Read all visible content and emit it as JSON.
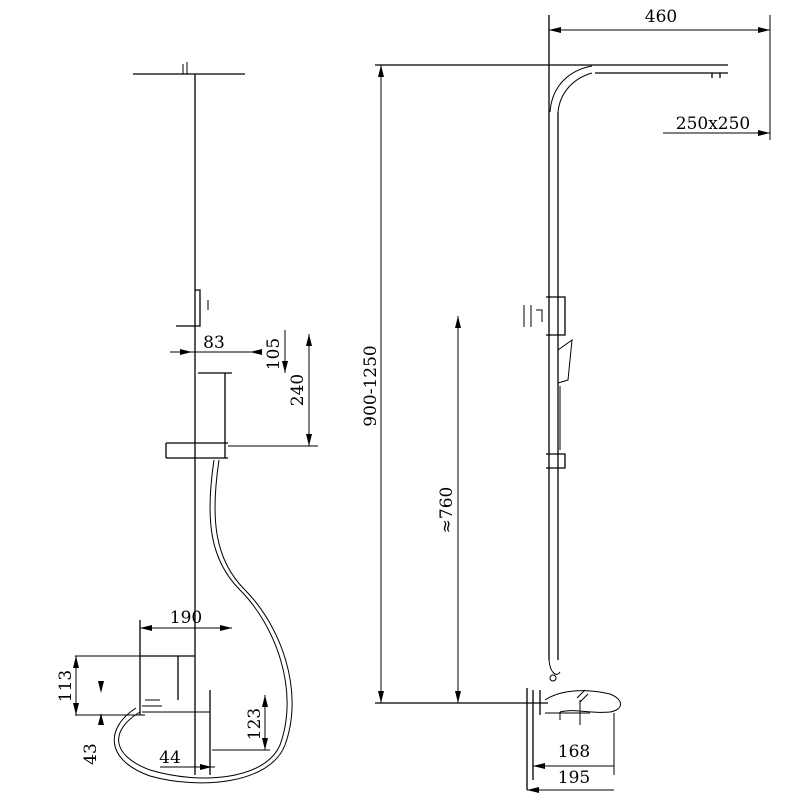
{
  "drawing": {
    "stroke_color": "#000000",
    "background": "#ffffff",
    "dimensions": {
      "arm_length": "460",
      "head_size": "250x250",
      "height_range": "900-1250",
      "slide_height": "≈760",
      "valve_offset": "83",
      "valve_drop": "105",
      "holder_height": "240",
      "valve_width": "190",
      "mixer_height": "113",
      "base_height": "43",
      "spout_length": "44",
      "spout_height": "123",
      "tap_168": "168",
      "tap_195": "195"
    }
  }
}
